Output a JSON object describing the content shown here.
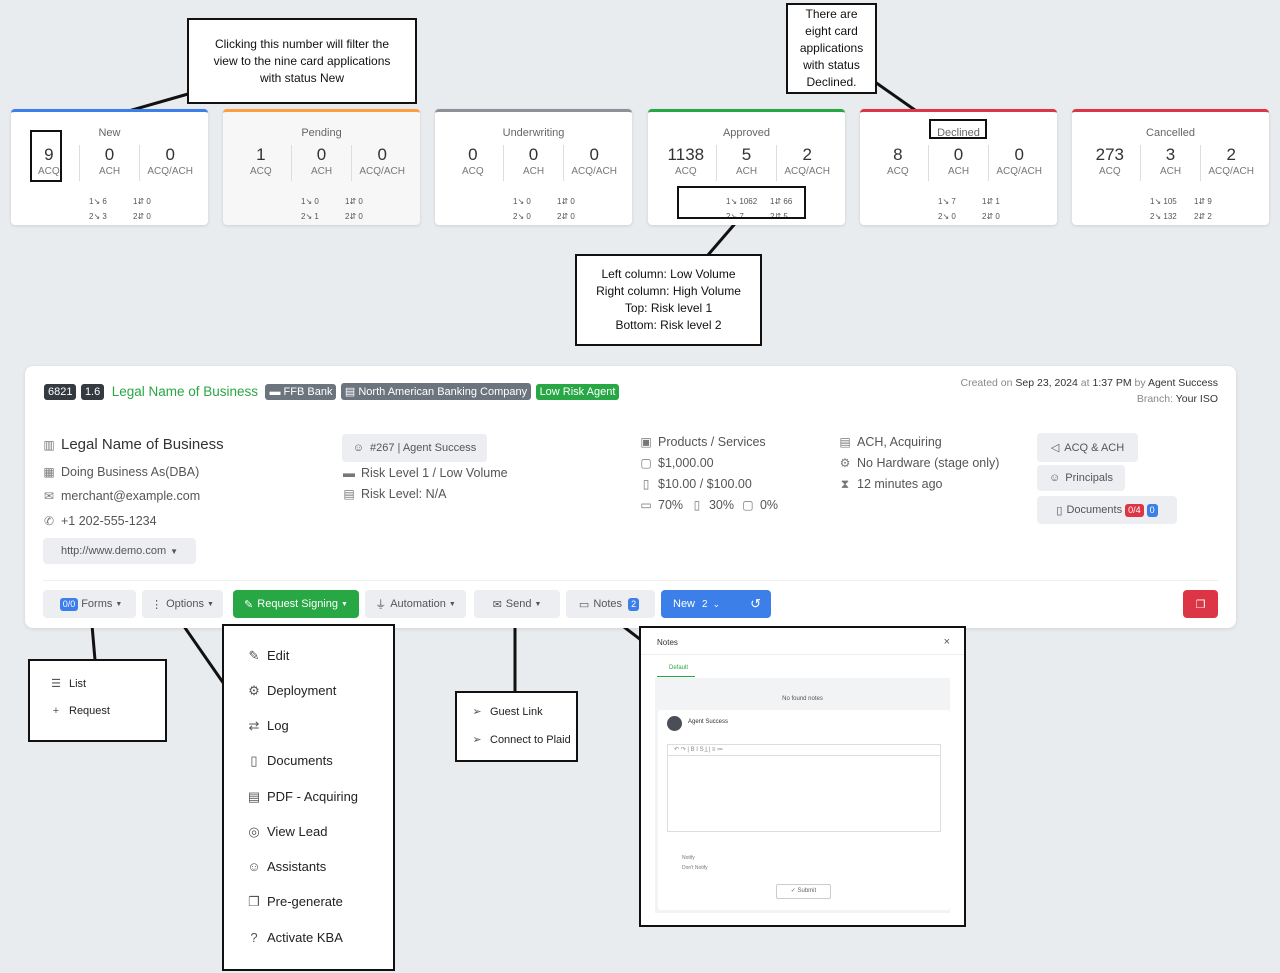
{
  "cards": [
    {
      "title": "New",
      "color": "#3d7fe8",
      "values": [
        "9",
        "0",
        "0"
      ],
      "labels": [
        "ACQ",
        "ACH",
        "ACQ/ACH"
      ],
      "risk": {
        "l1": "1↘ 6",
        "l2": "2↘ 3",
        "r1": "1⇵ 0",
        "r2": "2⇵ 0"
      }
    },
    {
      "title": "Pending",
      "color": "#fd9e40",
      "values": [
        "1",
        "0",
        "0"
      ],
      "labels": [
        "ACQ",
        "ACH",
        "ACQ/ACH"
      ],
      "risk": {
        "l1": "1↘ 0",
        "l2": "2↘ 1",
        "r1": "1⇵ 0",
        "r2": "2⇵ 0"
      }
    },
    {
      "title": "Underwriting",
      "color": "#8e9197",
      "values": [
        "0",
        "0",
        "0"
      ],
      "labels": [
        "ACQ",
        "ACH",
        "ACQ/ACH"
      ],
      "risk": {
        "l1": "1↘ 0",
        "l2": "2↘ 0",
        "r1": "1⇵ 0",
        "r2": "2⇵ 0"
      }
    },
    {
      "title": "Approved",
      "color": "#28a745",
      "values": [
        "1138",
        "5",
        "2"
      ],
      "labels": [
        "ACQ",
        "ACH",
        "ACQ/ACH"
      ],
      "risk": {
        "l1": "1↘ 1062",
        "l2": "2↘ 7",
        "r1": "1⇵ 66",
        "r2": "2⇵ 5"
      }
    },
    {
      "title": "Declined",
      "color": "#dc3545",
      "values": [
        "8",
        "0",
        "0"
      ],
      "labels": [
        "ACQ",
        "ACH",
        "ACQ/ACH"
      ],
      "risk": {
        "l1": "1↘ 7",
        "l2": "2↘ 0",
        "r1": "1⇵ 1",
        "r2": "2⇵ 0"
      }
    },
    {
      "title": "Cancelled",
      "color": "#dc3545",
      "values": [
        "273",
        "3",
        "2"
      ],
      "labels": [
        "ACQ",
        "ACH",
        "ACQ/ACH"
      ],
      "risk": {
        "l1": "1↘ 105",
        "l2": "2↘ 132",
        "r1": "1⇵ 9",
        "r2": "2⇵ 2"
      }
    }
  ],
  "callouts": {
    "new_number": "Clicking this number will filter the view to the nine card applications with status New",
    "declined": "There are eight card applications with status Declined.",
    "risk_legend": [
      "Left column: Low Volume",
      "Right column: High Volume",
      "Top: Risk level 1",
      "Bottom: Risk level 2"
    ]
  },
  "header": {
    "id": "6821",
    "version": "1.6",
    "business_name": "Legal Name of Business",
    "bank_badge": "FFB Bank",
    "company_badge": "North American Banking Company",
    "agent_badge": "Low Risk Agent",
    "created_prefix": "Created on",
    "created_date": "Sep 23, 2024",
    "created_at": "at",
    "created_time": "1:37 PM",
    "created_by": "by",
    "created_agent": "Agent Success",
    "branch_label": "Branch:",
    "branch_value": "Your ISO"
  },
  "merchant": {
    "legal_name": "Legal Name of Business",
    "dba": "Doing Business As(DBA)",
    "email": "merchant@example.com",
    "phone": "+1 202-555-1234",
    "website": "http://www.demo.com"
  },
  "agent": {
    "pill": "#267 | Agent Success",
    "risk_level": "Risk Level 1 / Low Volume",
    "risk_level2": "Risk Level: N/A"
  },
  "products": {
    "label": "Products / Services",
    "amount": "$1,000.00",
    "ticket": "$10.00 / $100.00",
    "card_present": "70%",
    "mobile": "30%",
    "other": "0%"
  },
  "processing": {
    "type": "ACH, Acquiring",
    "hardware": "No Hardware (stage only)",
    "time": "12 minutes ago"
  },
  "side_buttons": {
    "acq_ach": "ACQ & ACH",
    "principals": "Principals",
    "documents": "Documents",
    "doc_count_red": "0/4",
    "doc_count_blue": "0"
  },
  "toolbar": {
    "forms_count": "0/0",
    "forms": "Forms",
    "options": "Options",
    "request_signing": "Request Signing",
    "automation": "Automation",
    "send": "Send",
    "notes": "Notes",
    "notes_count": "2",
    "status": "New",
    "status_count": "2"
  },
  "forms_menu": [
    "List",
    "Request"
  ],
  "options_menu": [
    "Edit",
    "Deployment",
    "Log",
    "Documents",
    "PDF - Acquiring",
    "View Lead",
    "Assistants",
    "Pre-generate",
    "Activate KBA"
  ],
  "send_menu": [
    "Guest Link",
    "Connect to Plaid"
  ],
  "notes_modal": {
    "title": "Notes",
    "close": "×",
    "tab": "Default",
    "empty": "No found notes",
    "author": "Agent Success",
    "notify": "Notify",
    "dont_notify": "Don't Notify",
    "submit": "Submit"
  }
}
